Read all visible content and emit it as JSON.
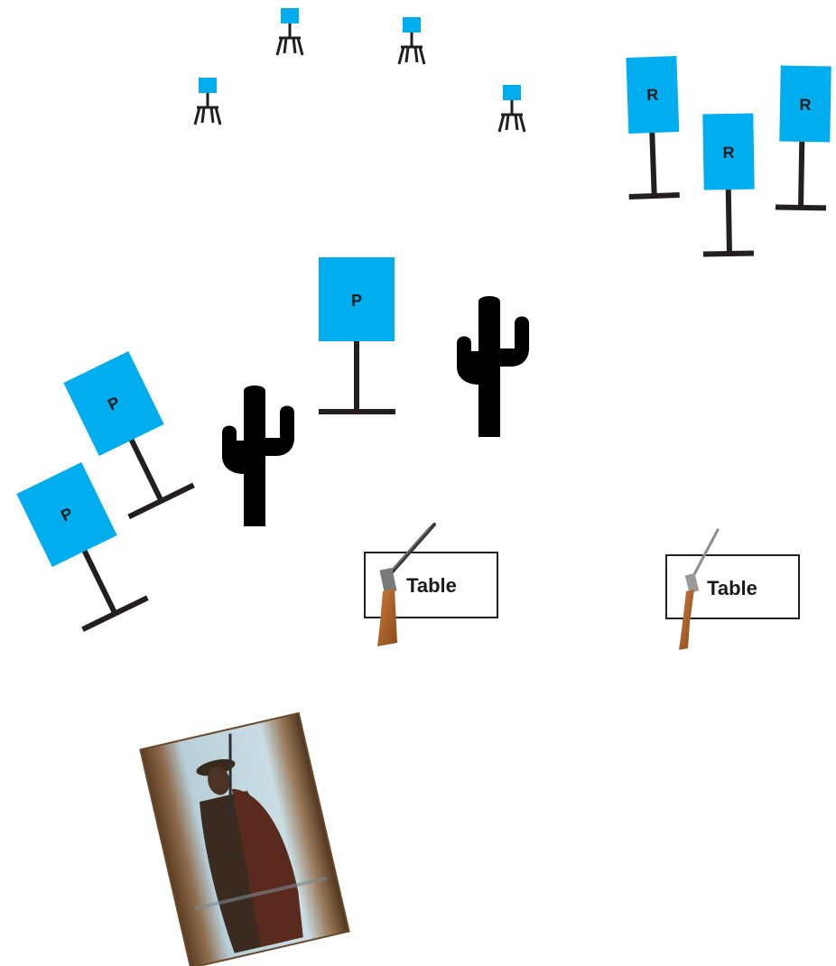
{
  "colors": {
    "target_blue": "#00aeef",
    "stand_black": "#231f20",
    "cactus_black": "#000000",
    "table_border": "#231f20",
    "rifle_wood": "#b4662a",
    "rifle_metal": "#4a4a4a",
    "photo_sky": "#a9c9d6",
    "photo_frame": "#6b4a2c"
  },
  "small_targets": [
    {
      "id": "small-target-1",
      "label": ""
    },
    {
      "id": "small-target-2",
      "label": ""
    },
    {
      "id": "small-target-3",
      "label": ""
    },
    {
      "id": "small-target-4",
      "label": ""
    }
  ],
  "rifle_targets": {
    "label": "R",
    "items": [
      {
        "id": "rifle-target-1",
        "label": "R"
      },
      {
        "id": "rifle-target-2",
        "label": "R"
      },
      {
        "id": "rifle-target-3",
        "label": "R"
      }
    ]
  },
  "pistol_targets": {
    "label": "P",
    "items": [
      {
        "id": "pistol-target-1",
        "label": "P"
      },
      {
        "id": "pistol-target-2",
        "label": "P"
      },
      {
        "id": "pistol-target-3",
        "label": "P"
      }
    ]
  },
  "cacti": [
    {
      "id": "cactus-1",
      "icon": "cactus-icon"
    },
    {
      "id": "cactus-2",
      "icon": "cactus-icon"
    }
  ],
  "tables": [
    {
      "id": "table-1",
      "label": "Table",
      "prop_icon": "shotgun-icon"
    },
    {
      "id": "table-2",
      "label": "Table",
      "prop_icon": "rifle-icon"
    }
  ],
  "photo": {
    "icon": "cowboy-doorway-photo"
  }
}
